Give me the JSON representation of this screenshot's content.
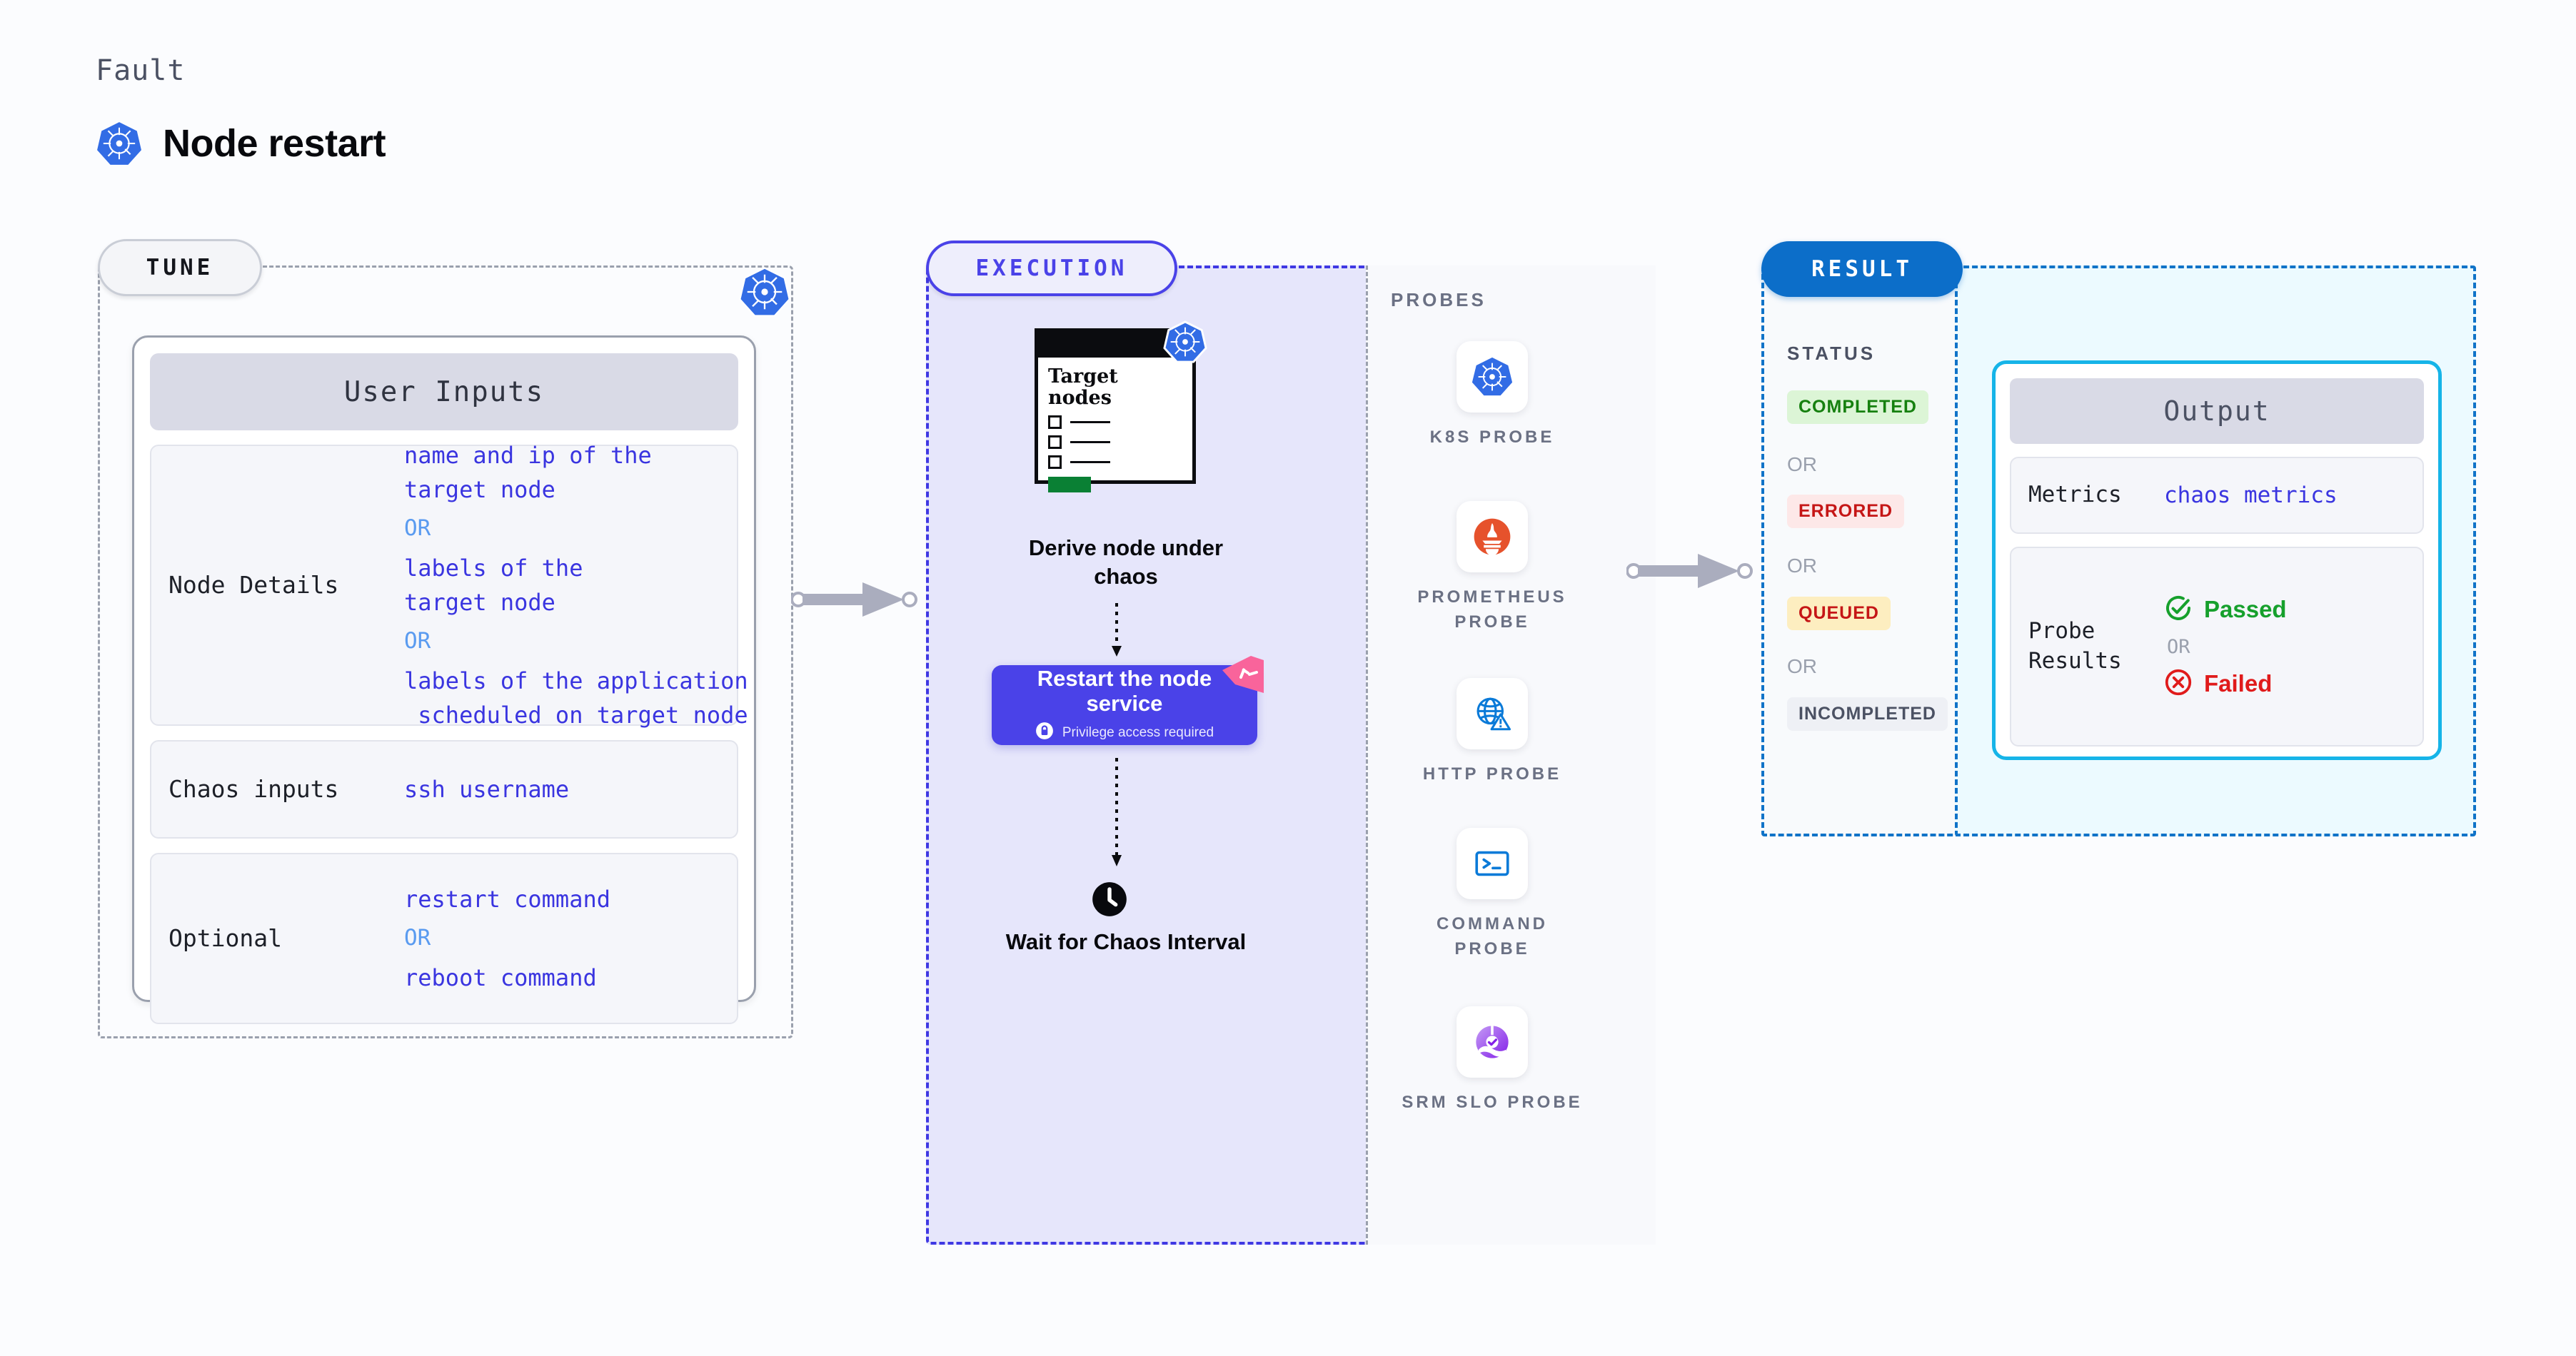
{
  "header": {
    "kicker": "Fault",
    "title": "Node restart",
    "icon": "kubernetes-icon"
  },
  "stages": {
    "tune": {
      "pill_label": "TUNE",
      "corner_icon": "kubernetes-icon",
      "card_title": "User Inputs",
      "rows": [
        {
          "key": "Node Details",
          "values": [
            "name and ip of the",
            "target node"
          ],
          "or1": "OR",
          "values2": [
            "labels of the",
            "target node"
          ],
          "or2": "OR",
          "values3": [
            "labels of the application",
            " scheduled on target node"
          ]
        },
        {
          "key": "Chaos inputs",
          "values": [
            "ssh username"
          ]
        },
        {
          "key": "Optional",
          "values": [
            "restart command"
          ],
          "or1": "OR",
          "values2": [
            "reboot command"
          ]
        }
      ]
    },
    "execution": {
      "pill_label": "EXECUTION",
      "target_card": {
        "title_line1": "Target",
        "title_line2": "nodes",
        "icon": "kubernetes-icon"
      },
      "step1_caption": "Derive node under chaos",
      "action_box": {
        "title_line1": "Restart the node",
        "title_line2": "service",
        "subtitle": "Privilege access required",
        "lock_icon": "lock-icon",
        "ribbon_icon": "timer-ribbon-icon",
        "color": "#4a42e8"
      },
      "step3_caption": "Wait for Chaos Interval",
      "clock_icon": "clock-icon"
    },
    "probes": {
      "title": "PROBES",
      "items": [
        {
          "label": "K8S PROBE",
          "icon": "kubernetes-icon"
        },
        {
          "label": "PROMETHEUS PROBE",
          "icon": "prometheus-icon"
        },
        {
          "label": "HTTP PROBE",
          "icon": "globe-warning-icon"
        },
        {
          "label": "COMMAND PROBE",
          "icon": "terminal-icon"
        },
        {
          "label": "SRM SLO PROBE",
          "icon": "srm-slo-icon"
        }
      ]
    },
    "result": {
      "pill_label": "RESULT",
      "status_title": "STATUS",
      "or_label": "OR",
      "badges": [
        {
          "label": "COMPLETED",
          "color": "#16800f",
          "bg": "#dcf5d6"
        },
        {
          "label": "ERRORED",
          "color": "#c51616",
          "bg": "#fde8e8"
        },
        {
          "label": "QUEUED",
          "color": "#c51616",
          "bg": "#fdeec0"
        },
        {
          "label": "INCOMPLETED",
          "color": "#4b5163",
          "bg": "#eef0f5"
        }
      ],
      "output": {
        "title": "Output",
        "metrics_key": "Metrics",
        "metrics_value": "chaos metrics",
        "probe_key_line1": "Probe",
        "probe_key_line2": "Results",
        "passed_label": "Passed",
        "failed_label": "Failed",
        "or_label": "OR",
        "passed_icon": "check-circle-icon",
        "failed_icon": "x-circle-icon",
        "accent": "#16b4e8"
      }
    }
  },
  "connectors": [
    {
      "name": "tune-to-execution"
    },
    {
      "name": "execution-to-result"
    }
  ]
}
